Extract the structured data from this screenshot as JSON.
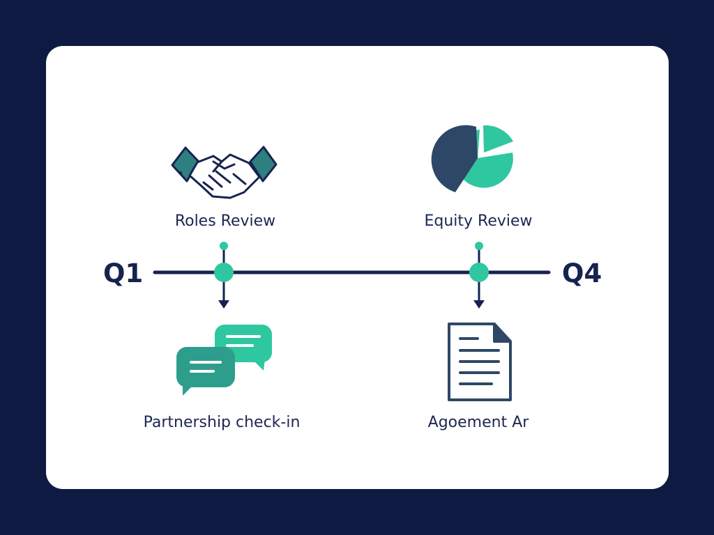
{
  "timeline": {
    "start_label": "Q1",
    "end_label": "Q4"
  },
  "milestones": [
    {
      "top_label": "Roles Review",
      "top_icon": "handshake-icon",
      "bottom_label": "Partnership check-in",
      "bottom_icon": "chat-bubbles-icon"
    },
    {
      "top_label": "Equity Review",
      "top_icon": "pie-chart-icon",
      "bottom_label": "Agoement Ar",
      "bottom_icon": "document-icon"
    }
  ],
  "colors": {
    "background": "#0f1a42",
    "card": "#ffffff",
    "navy": "#16234f",
    "teal": "#2fc7a0",
    "slate": "#2e4766"
  }
}
